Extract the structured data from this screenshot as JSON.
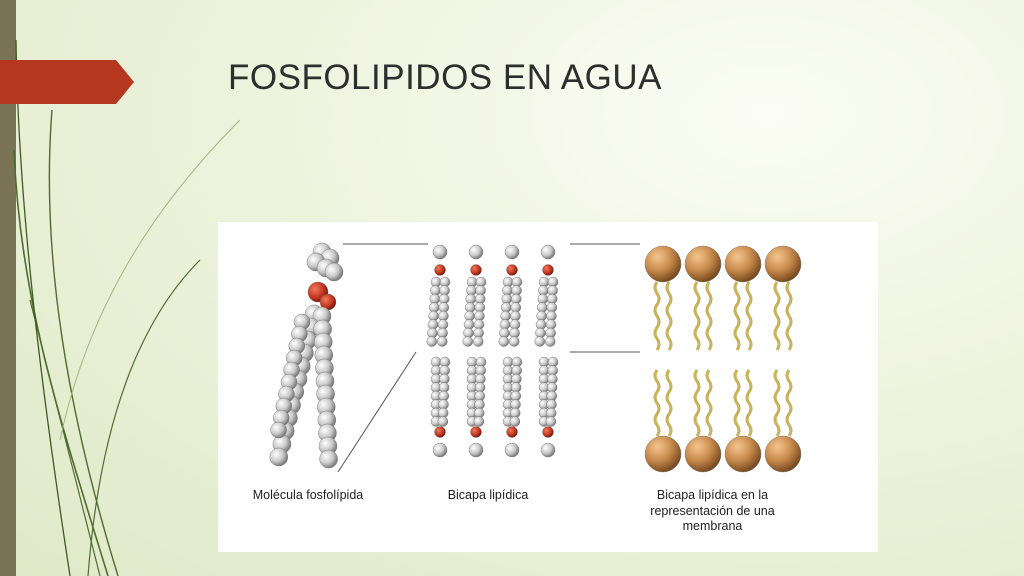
{
  "slide": {
    "title": "FOSFOLIPIDOS EN AGUA",
    "accent_color": "#b5371f",
    "bar_color": "#7a7355",
    "decoration_color": "#4f6b2e"
  },
  "figure": {
    "captions": [
      "Molécula fosfolípida",
      "Bicapa lipídica",
      "Bicapa lipídica en la representación de una membrana"
    ]
  }
}
